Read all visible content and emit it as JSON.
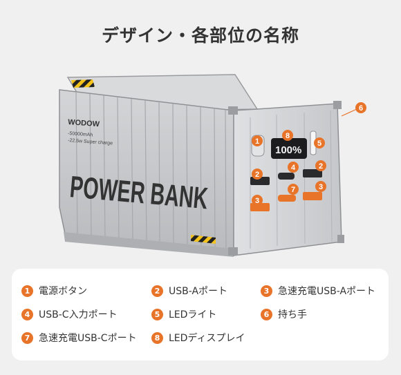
{
  "title": "デザイン・各部位の名称",
  "product": {
    "brand": "WODOW",
    "spec_capacity": "-50000mAh",
    "spec_charge": "-22.5w Super charge",
    "label": "POWER BANK",
    "display_value": "100%"
  },
  "callouts": [
    "1",
    "2",
    "3",
    "4",
    "5",
    "6",
    "7",
    "8"
  ],
  "legend": [
    {
      "num": "1",
      "label": "電源ボタン"
    },
    {
      "num": "2",
      "label": "USB-Aポート"
    },
    {
      "num": "3",
      "label": "急速充電USB-Aポート"
    },
    {
      "num": "4",
      "label": "USB-C入力ポート"
    },
    {
      "num": "5",
      "label": "LEDライト"
    },
    {
      "num": "6",
      "label": "持ち手"
    },
    {
      "num": "7",
      "label": "急速充電USB-Cポート"
    },
    {
      "num": "8",
      "label": "LEDディスプレイ"
    }
  ],
  "colors": {
    "accent": "#e8742a",
    "body": "#c9cacc",
    "hazard_yellow": "#f3c31c",
    "text": "#333333",
    "background": "#f0f0f0"
  }
}
